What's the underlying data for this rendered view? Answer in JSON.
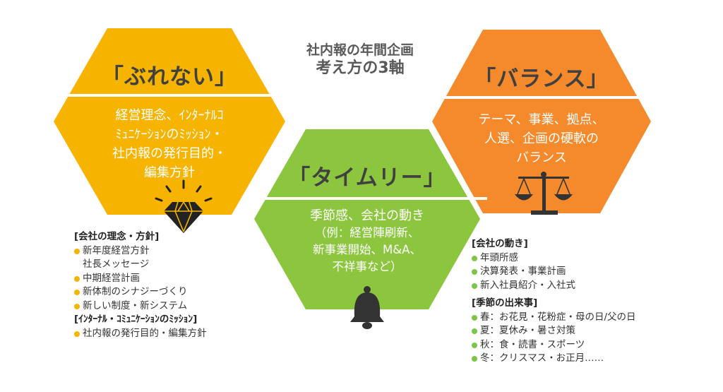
{
  "title": {
    "line1": "社内報の年間企画",
    "line2": "考え方の3軸"
  },
  "colors": {
    "yellow": "#f6b400",
    "orange": "#f48a2c",
    "green": "#8cc63e",
    "band": "#ffffff"
  },
  "hex_left": {
    "heading": "「ぶれない」",
    "body": [
      "経営理念、ｲﾝﾀｰﾅﾙｺ",
      "ﾐｭﾆｹｰｼｮﾝのﾐｯｼｮﾝ・",
      "社内報の発行目的・",
      "編集方針"
    ],
    "icon": "diamond-icon"
  },
  "hex_right": {
    "heading": "「バランス」",
    "body": [
      "テーマ、事業、拠点、",
      "人選、企画の硬軟の",
      "バランス"
    ],
    "icon": "scale-icon"
  },
  "hex_center": {
    "heading": "「タイムリー」",
    "body": [
      "季節感、会社の動き",
      "（例：経営陣刷新、",
      "新事業開始、M&A、",
      "不祥事など）"
    ],
    "icon": "bell-icon"
  },
  "notes_left": {
    "section1": {
      "head": "[会社の理念・方針]",
      "items": [
        {
          "text": "新年度経営方針",
          "cont": "社長メッセージ"
        },
        {
          "text": "中期経営計画"
        },
        {
          "text": "新体制のシナジーづくり"
        },
        {
          "text": "新しい制度・新システム"
        }
      ]
    },
    "section2": {
      "head": "[ｲﾝﾀｰﾅﾙ・ｺﾐｭﾆｹｰｼｮﾝのﾐｯｼｮﾝ]",
      "items": [
        {
          "text": "社内報の発行目的・編集方針"
        }
      ]
    }
  },
  "notes_right": {
    "section1": {
      "head": "[会社の動き]",
      "items": [
        {
          "text": "年頭所感"
        },
        {
          "text": "決算発表・事業計画"
        },
        {
          "text": "新入社員紹介・入社式"
        }
      ]
    },
    "section2": {
      "head": "[季節の出来事]",
      "items": [
        {
          "text": "春：お花見・花粉症・母の日/父の日"
        },
        {
          "text": "夏：夏休み・暑さ対策"
        },
        {
          "text": "秋：食・読書・スポーツ"
        },
        {
          "text": "冬：クリスマス・お正月……"
        }
      ]
    }
  }
}
